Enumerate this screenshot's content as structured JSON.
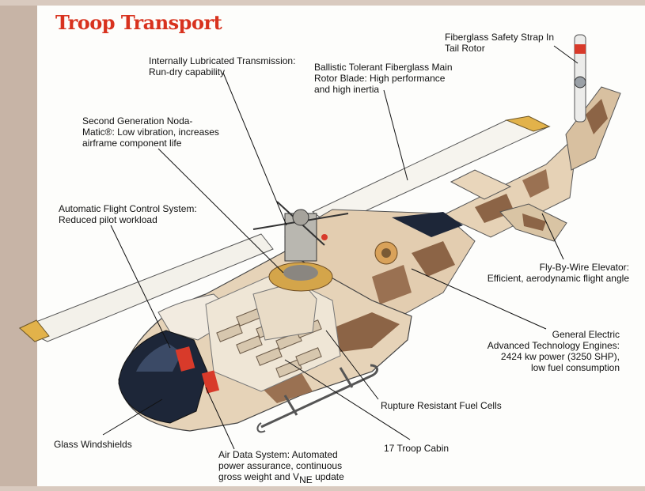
{
  "title": "Troop Transport",
  "colors": {
    "title": "#d8321e",
    "frame": "#c7b4a6",
    "camo_light": "#e3cdb0",
    "camo_dark": "#8c6446",
    "canopy": "#1d2638"
  },
  "callouts": {
    "transmission": [
      "Internally Lubricated Transmission:",
      "Run-dry capability"
    ],
    "rotor_blade": [
      "Ballistic Tolerant Fiberglass Main",
      "Rotor Blade: High performance",
      "and high inertia"
    ],
    "safety_strap": [
      "Fiberglass Safety Strap In",
      "Tail Rotor"
    ],
    "nodamatic": [
      "Second Generation Noda-",
      "Matic®: Low vibration, increases",
      "airframe component life"
    ],
    "flight_control": [
      "Automatic Flight Control System:",
      "Reduced pilot workload"
    ],
    "elevator": [
      "Fly-By-Wire Elevator:",
      "Efficient, aerodynamic flight angle"
    ],
    "engines": [
      "General Electric",
      "Advanced Technology Engines:",
      "2424 kw power (3250 SHP),",
      "low fuel consumption"
    ],
    "fuel_cells": "Rupture Resistant Fuel Cells",
    "troop_cabin": "17 Troop Cabin",
    "windshields": "Glass Windshields",
    "air_data": {
      "line1": "Air Data System: Automated",
      "line2": "power assurance, continuous",
      "line3_prefix": "gross weight and V",
      "line3_sub": "NE",
      "line3_suffix": " update"
    }
  }
}
